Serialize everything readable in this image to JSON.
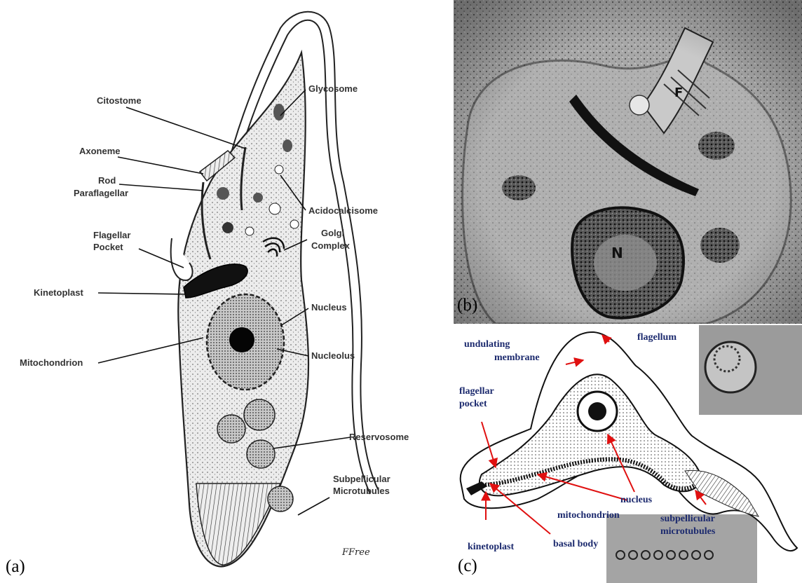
{
  "panel_a": {
    "label": "(a)",
    "signature": "FFree",
    "labels": {
      "citostome": "Citostome",
      "axoneme": "Axoneme",
      "rod1": "Rod",
      "rod2": "Paraflagellar",
      "flag_pocket1": "Flagellar",
      "flag_pocket2": "Pocket",
      "kinetoplast": "Kinetoplast",
      "mitochondrion": "Mitochondrion",
      "glycosome": "Glycosome",
      "acidocalcisome": "Acidocalcisome",
      "golgi1": "Golgi",
      "golgi2": "Complex",
      "nucleus": "Nucleus",
      "nucleolus": "Nucleolus",
      "reservosome": "Reservosome",
      "subpellicular1": "Subpellicular",
      "subpellicular2": "Microtubules"
    }
  },
  "panel_b": {
    "label": "(b)",
    "marker_f": "F",
    "marker_n": "N"
  },
  "panel_c": {
    "label": "(c)",
    "labels": {
      "undulating1": "undulating",
      "undulating2": "membrane",
      "flagellum": "flagellum",
      "flag_pocket1": "flagellar",
      "flag_pocket2": "pocket",
      "nucleus": "nucleus",
      "mitochondrion": "mitochondrion",
      "basal_body": "basal body",
      "kinetoplast": "kinetoplast",
      "subpellicular1": "subpellicular",
      "subpellicular2": "microtubules"
    },
    "arrow_color": "#e01010",
    "label_color": "#1c2a6e"
  }
}
